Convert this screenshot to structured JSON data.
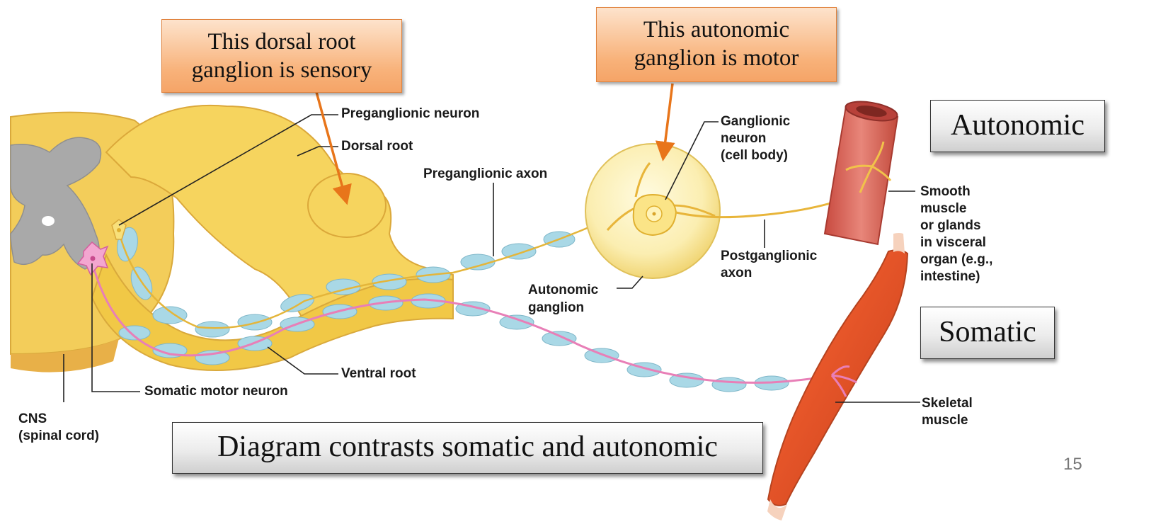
{
  "callouts": {
    "dorsal_root_ganglion": "This dorsal root\nganglion is sensory",
    "autonomic_ganglion": "This autonomic\nganglion is motor"
  },
  "boxes": {
    "autonomic": "Autonomic",
    "somatic": "Somatic",
    "caption": "Diagram contrasts somatic and autonomic"
  },
  "labels": {
    "preganglionic_neuron": "Preganglionic neuron",
    "dorsal_root": "Dorsal root",
    "preganglionic_axon": "Preganglionic axon",
    "ganglionic_neuron": "Ganglionic\nneuron\n(cell body)",
    "smooth_muscle": "Smooth\nmuscle\nor glands\nin visceral\norgan (e.g.,\nintestine)",
    "postganglionic_axon": "Postganglionic\naxon",
    "autonomic_ganglion": "Autonomic\nganglion",
    "ventral_root": "Ventral root",
    "somatic_motor_neuron": "Somatic motor neuron",
    "cns": "CNS\n(spinal cord)",
    "skeletal_muscle": "Skeletal\nmuscle"
  },
  "page_number": "15",
  "colors": {
    "nerve_yellow": "#f6d45e",
    "nerve_dark": "#e0b030",
    "gray_matter": "#a9a9a9",
    "myelin": "#a9d8e6",
    "motor_axon": "#e87fb7",
    "smooth_muscle": "#d9695a",
    "skeletal_muscle": "#e35a2a",
    "arrow_orange": "#e8751a",
    "leader_line": "#222222"
  }
}
